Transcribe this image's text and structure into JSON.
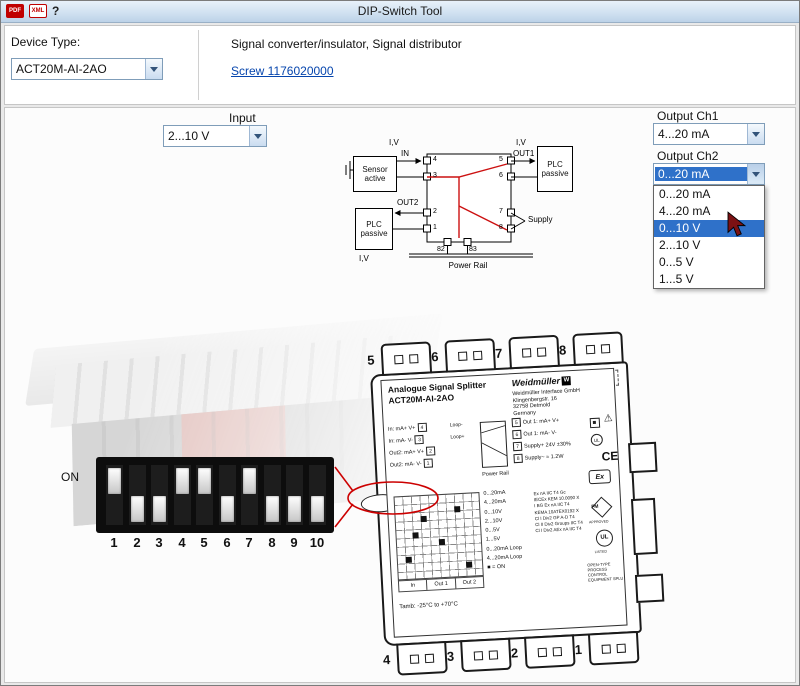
{
  "window": {
    "title": "DIP-Switch Tool",
    "icons": {
      "pdf": "PDF",
      "xml": "XML",
      "help": "?"
    }
  },
  "top_panel": {
    "device_type_label": "Device Type:",
    "device_type_value": "ACT20M-AI-2AO",
    "description": "Signal converter/insulator, Signal distributor",
    "order_link": "Screw 1176020000"
  },
  "controls": {
    "input": {
      "label": "Input",
      "value": "2...10 V"
    },
    "output_ch1": {
      "label": "Output Ch1",
      "value": "4...20 mA"
    },
    "output_ch2": {
      "label": "Output Ch2",
      "value": "0...20 mA",
      "options": [
        "0...20 mA",
        "4...20 mA",
        "0...10 V",
        "2...10 V",
        "0...5 V",
        "1...5 V"
      ],
      "highlighted_option": "0...10 V",
      "highlighted_index": 2
    }
  },
  "wiring": {
    "iv_top_left": "I,V",
    "iv_top_right": "I,V",
    "iv_bottom_left": "I,V",
    "in_label": "IN",
    "out1_label": "OUT1",
    "out2_label": "OUT2",
    "supply_label": "Supply",
    "sensor_box_line1": "Sensor",
    "sensor_box_line2": "active",
    "plc_top_line1": "PLC",
    "plc_top_line2": "passive",
    "plc_bottom_line1": "PLC",
    "plc_bottom_line2": "passive",
    "power_rail_label": "Power Rail",
    "terminals_left": [
      "4",
      "3",
      "2",
      "1"
    ],
    "terminals_right": [
      "5",
      "6",
      "7",
      "8"
    ],
    "rail_terminals": [
      "82",
      "83"
    ]
  },
  "dip_switch": {
    "on_label": "ON",
    "numbers": [
      "1",
      "2",
      "3",
      "4",
      "5",
      "6",
      "7",
      "8",
      "9",
      "10"
    ],
    "states": [
      "up",
      "down",
      "down",
      "up",
      "up",
      "down",
      "up",
      "down",
      "down",
      "down"
    ]
  },
  "device": {
    "title": "Analogue Signal Splitter",
    "model": "ACT20M-AI-2AO",
    "brand": "Weidmüller",
    "address": [
      "Weidmüller Interface GmbH",
      "Klingenbergstr. 16",
      "32758 Detmold",
      "Germany"
    ],
    "top_terminals": [
      "5",
      "6",
      "7",
      "8"
    ],
    "bottom_terminals": [
      "4",
      "3",
      "2",
      "1"
    ],
    "conn_left": [
      "In: mA+  V+",
      "In: mA-  V-",
      "Out2: mA+  V+",
      "Out2: mA-  V-"
    ],
    "conn_left_terms": [
      "4",
      "3",
      "2",
      "1"
    ],
    "conn_right": [
      "Out 1: mA+  V+",
      "Out 1: mA-  V-",
      "Supply+ 24V ±30%",
      "Supply~  ≈ 1.2W"
    ],
    "conn_right_terms": [
      "5",
      "6",
      "7",
      "8"
    ],
    "loop_labels": [
      "Loop-",
      "Loop+"
    ],
    "power_rail": "Power Rail",
    "certs": [
      "Ex nA IIC T4 Gc",
      "IECEx KEM 10.0090 X",
      "I BG Ex nA IIC T4",
      "KEMA 10ATEX0192 X",
      "Cl I Div2 GP A-D T4",
      "Cl II Div2 Groups IIC T4",
      "Cl I Div2 AEx nA IIC T4"
    ],
    "marks": {
      "ce": "CE",
      "ex": "Ex",
      "fm": "FM",
      "fm_sub": "APPROVED",
      "ul": "UL",
      "ul_sub": "LISTED",
      "warn": "⚠",
      "logo": "W"
    },
    "open_type": "OPEN-TYPE PROCESS CONTROL EQUIPMENT SPLU",
    "dip_table": {
      "ranges": [
        "0...20mA",
        "4...20mA",
        "0...10V",
        "2...10V",
        "0...5V",
        "1...5V",
        "0...20mA Loop",
        "4...20mA Loop",
        "■ = ON"
      ],
      "row_labels": [
        "In",
        "Out 1",
        "Out 2"
      ]
    },
    "tamb": "Tamb: -25°C to +70°C"
  }
}
